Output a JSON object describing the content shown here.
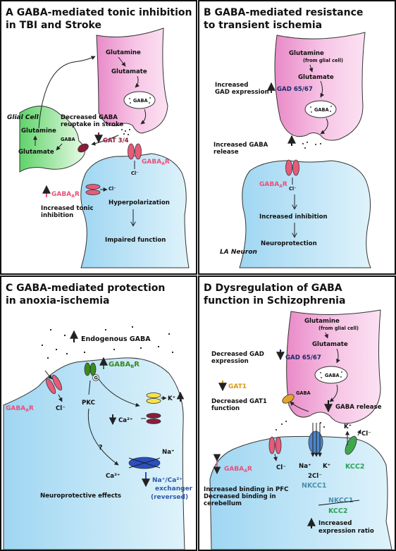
{
  "colors": {
    "presynaptic_pink": "#f4b3dc",
    "postsynaptic_blue": "#bfe6f7",
    "glial_green": "#8fe08a",
    "receptor_pink": "#e85a7a",
    "gat_maroon": "#8a1c3a",
    "gaba_b_green": "#3a8a1e",
    "exchanger_blue": "#2a4fc0",
    "nkcc1_blue": "#4d86c8",
    "kcc2_green": "#3fa84a",
    "gat1_gold": "#e0a52a"
  },
  "panel_a": {
    "title_line1": "A  GABA-mediated tonic inhibition",
    "title_line2": "in TBI and Stroke",
    "glutamine_top": "Glutamine",
    "glutamate_top": "Glutamate",
    "gaba_vesicle": "GABA",
    "glial_cell": "Glial Cell",
    "decreased_reuptake_l1": "Decreased GABA",
    "decreased_reuptake_l2": "reuptake in stroke",
    "glial_glutamine": "Glutamine",
    "glial_gaba": "GABA",
    "glial_glutamate": "Glutamate",
    "gat": "GAT 3/4",
    "gabaa_r_syn_base": "GABA",
    "gabaa_r_syn_sub": "A",
    "gabaa_r_syn_r": "R",
    "cl_syn": "Cl⁻",
    "gabaa_r_ext_base": "GABA",
    "gabaa_r_ext_sub": "A",
    "gabaa_r_ext_r": "R",
    "cl_ext": "Cl⁻",
    "hyperpolarization": "Hyperpolarization",
    "tonic_l1": "Increased tonic",
    "tonic_l2": "inhibition",
    "impaired": "Impaired function"
  },
  "panel_b": {
    "title_line1": "B  GABA-mediated resistance",
    "title_line2": "to transient ischemia",
    "glutamine": "Glutamine",
    "from_glial": "(from glial cell)",
    "glutamate": "Glutamate",
    "gad_l1": "Increased",
    "gad_l2": "GAD expression",
    "gad_enzyme": "GAD 65/67",
    "gaba_vesicle": "GABA",
    "release_l1": "Increased GABA",
    "release_l2": "release",
    "gabaa_r_base": "GABA",
    "gabaa_r_sub": "A",
    "gabaa_r_r": "R",
    "cl": "Cl⁻",
    "inhibition": "Increased inhibition",
    "neuroprotection": "Neuroprotection",
    "la_neuron": "LA Neuron"
  },
  "panel_c": {
    "title_line1": "C  GABA-mediated protection",
    "title_line2": "in anoxia-ischemia",
    "endogenous": "Endogenous GABA",
    "gabab_base": "GABA",
    "gabab_sub": "B",
    "gabab_r": "R",
    "g_protein": "G",
    "gabaa_r_base": "GABA",
    "gabaa_r_sub": "A",
    "gabaa_r_r": "R",
    "cl": "Cl⁻",
    "pkc": "PKC",
    "k_plus": "K⁺",
    "ca_in": "Ca²⁺",
    "question": "?",
    "na_plus": "Na⁺",
    "ca_ex": "Ca²⁺",
    "exchanger_l1": "Na⁺/Ca²⁺",
    "exchanger_l2": "exchanger",
    "exchanger_l3": "(reversed)",
    "neuroprotective": "Neuroprotective effects"
  },
  "panel_d": {
    "title_line1": "D  Dysregulation of GABA",
    "title_line2": "function in Schizophrenia",
    "glutamine": "Glutamine",
    "from_glial": "(from glial cell)",
    "glutamate": "Glutamate",
    "gad_l1": "Decreased GAD",
    "gad_l2": "expression",
    "gad_enzyme": "GAD 65/67",
    "gaba_vesicle": "GABA",
    "gat1": "GAT1",
    "gat1_gaba": "GABA",
    "gat1_l1": "Decreased GAT1",
    "gat1_l2": "function",
    "gaba_release": "GABA release",
    "k_plus_top": "K⁺",
    "cl_top": "Cl⁻",
    "gabaa_r_base": "GABA",
    "gabaa_r_sub": "A",
    "gabaa_r_r": "R",
    "cl_a": "Cl⁻",
    "na_plus": "Na⁺",
    "k_plus": "K⁺",
    "two_cl": "2Cl⁻",
    "kcc2": "KCC2",
    "nkcc1": "NKCC1",
    "binding_l1": "Increased binding in PFC",
    "binding_l2": "Decreased binding in",
    "binding_l3": "cerebellum",
    "ratio_num": "NKCC1",
    "ratio_den": "KCC2",
    "ratio_l1": "Increased",
    "ratio_l2": "expression ratio"
  }
}
